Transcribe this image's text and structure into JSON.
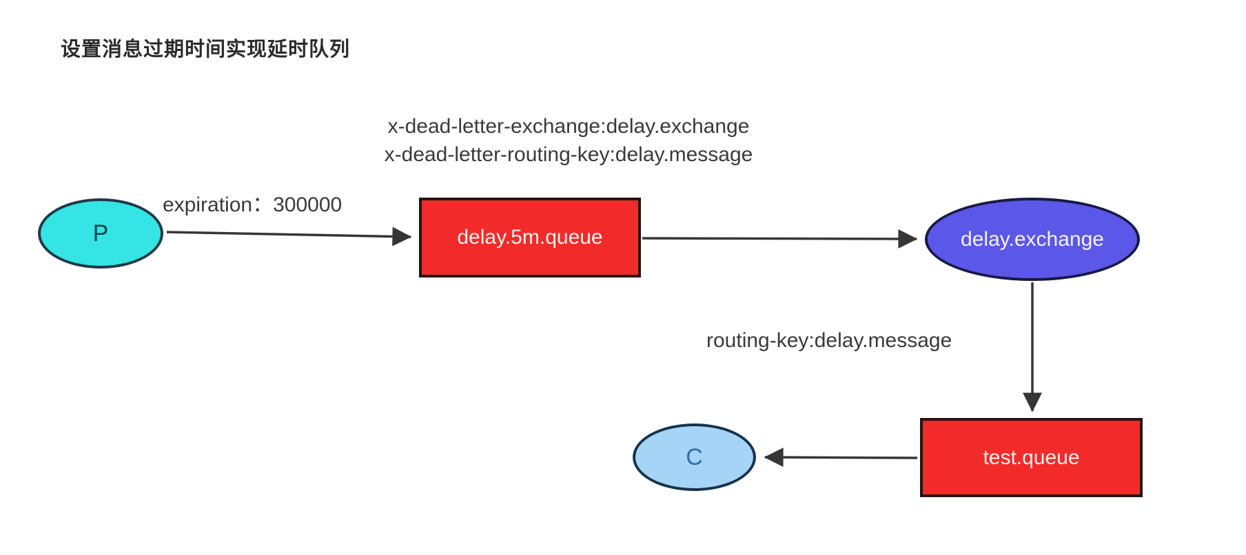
{
  "title": "设置消息过期时间实现延时队列",
  "labels": {
    "dead_letter_exchange": "x-dead-letter-exchange:delay.exchange",
    "dead_letter_routing_key": "x-dead-letter-routing-key:delay.message",
    "expiration": "expiration：300000",
    "routing_key": "routing-key:delay.message"
  },
  "nodes": {
    "producer": {
      "label": "P",
      "shape": "ellipse",
      "fill": "#35e4e4"
    },
    "delay_queue": {
      "label": "delay.5m.queue",
      "shape": "rect",
      "fill": "#f32a2a"
    },
    "delay_exchange": {
      "label": "delay.exchange",
      "shape": "ellipse",
      "fill": "#5b57e8"
    },
    "test_queue": {
      "label": "test.queue",
      "shape": "rect",
      "fill": "#f32a2a"
    },
    "consumer": {
      "label": "C",
      "shape": "ellipse",
      "fill": "#a5d4f6"
    }
  },
  "edges": [
    {
      "from": "producer",
      "to": "delay_queue",
      "label": "expiration：300000"
    },
    {
      "from": "delay_queue",
      "to": "delay_exchange",
      "label": ""
    },
    {
      "from": "delay_exchange",
      "to": "test_queue",
      "label": "routing-key:delay.message"
    },
    {
      "from": "test_queue",
      "to": "consumer",
      "label": ""
    }
  ],
  "colors": {
    "background": "#ffffff",
    "arrow": "#363636",
    "annotation_text": "#3a3a3a",
    "title_text": "#2b2b2b",
    "queue_fill": "#f32a2a",
    "producer_fill": "#35e4e4",
    "exchange_fill": "#5b57e8",
    "consumer_fill": "#a5d4f6",
    "node_text_light": "#ffffff"
  }
}
